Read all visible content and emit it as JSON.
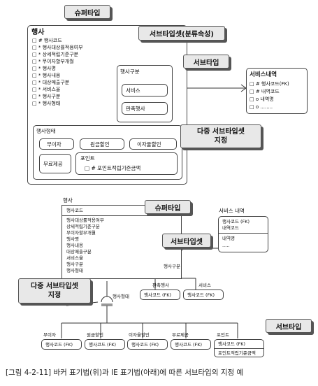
{
  "barker": {
    "supertype_callout": "슈퍼타입",
    "subtype_set_callout": "서브타입셋(분류속성)",
    "subtype_callout": "서브타입",
    "multi_subtype_callout": "다중 서브타입셋\n지정",
    "entity_name": "행사",
    "attributes": [
      "□ # 행사코드",
      "□ * 행사대상률적용여부",
      "□ * 상세적립기준구분",
      "□ * 무이자할부개월",
      "□ * 행사명",
      "□ * 행사내용",
      "□ * 대상매출구분",
      "□ * 서비스율",
      "□ * 행사구분",
      "□ * 행사형태"
    ],
    "subtype_group1": {
      "title": "행사구분",
      "items": [
        "서비스",
        "판촉행사"
      ]
    },
    "subtype_group2": {
      "title": "행사형태",
      "items": [
        "무이자",
        "원금할인",
        "이자율할인",
        "무료제공"
      ],
      "point": {
        "name": "포인트",
        "attribute": "□ # 포인트적립기준금액"
      }
    },
    "service_detail": {
      "name": "서비스내역",
      "attributes": [
        "□ # 행사코드(FK)",
        "□ # 내역코드",
        "□ o 내역명",
        "□ o ........"
      ]
    }
  },
  "ie": {
    "supertype_callout": "슈퍼타입",
    "subtype_set_callout": "서브타입셋",
    "multi_subtype_callout": "다중 서브타입셋\n지정",
    "subtype_callout": "서브타입",
    "entity_name": "행사",
    "key": "행사코드",
    "attributes": [
      "행사대상률적용여부",
      "상세적립기준구분",
      "무이자할부개월",
      "행사명",
      "행사내용",
      "대상매출구분",
      "서비스율",
      "행사구분",
      "행사형태"
    ],
    "discriminator1": "행사구분",
    "discriminator2": "행사형태",
    "service_detail": {
      "name": "서비스 내역",
      "keys": [
        "행사코드 (FK)",
        "내역코드"
      ],
      "attributes": [
        "내역명",
        "....."
      ]
    },
    "subtypes1": [
      {
        "name": "판촉행사",
        "key": "행사코드 (FK)"
      },
      {
        "name": "서비스",
        "key": "행사코드 (FK)"
      }
    ],
    "subtypes2": [
      {
        "name": "무이자",
        "key": "행사코드 (FK)"
      },
      {
        "name": "원금할인",
        "key": "행사코드 (FK)"
      },
      {
        "name": "이자율할인",
        "key": "행사코드 (FK)"
      },
      {
        "name": "무료제공",
        "key": "행사코드 (FK)"
      },
      {
        "name": "포인트",
        "key": "행사코드 (FK)",
        "attribute": "포인트적립기준금액"
      }
    ]
  },
  "caption": "[그림 4-2-11] 바커 표기법(위)과 IE 표기법(아래)에 따른 서브타입의 지정 예"
}
